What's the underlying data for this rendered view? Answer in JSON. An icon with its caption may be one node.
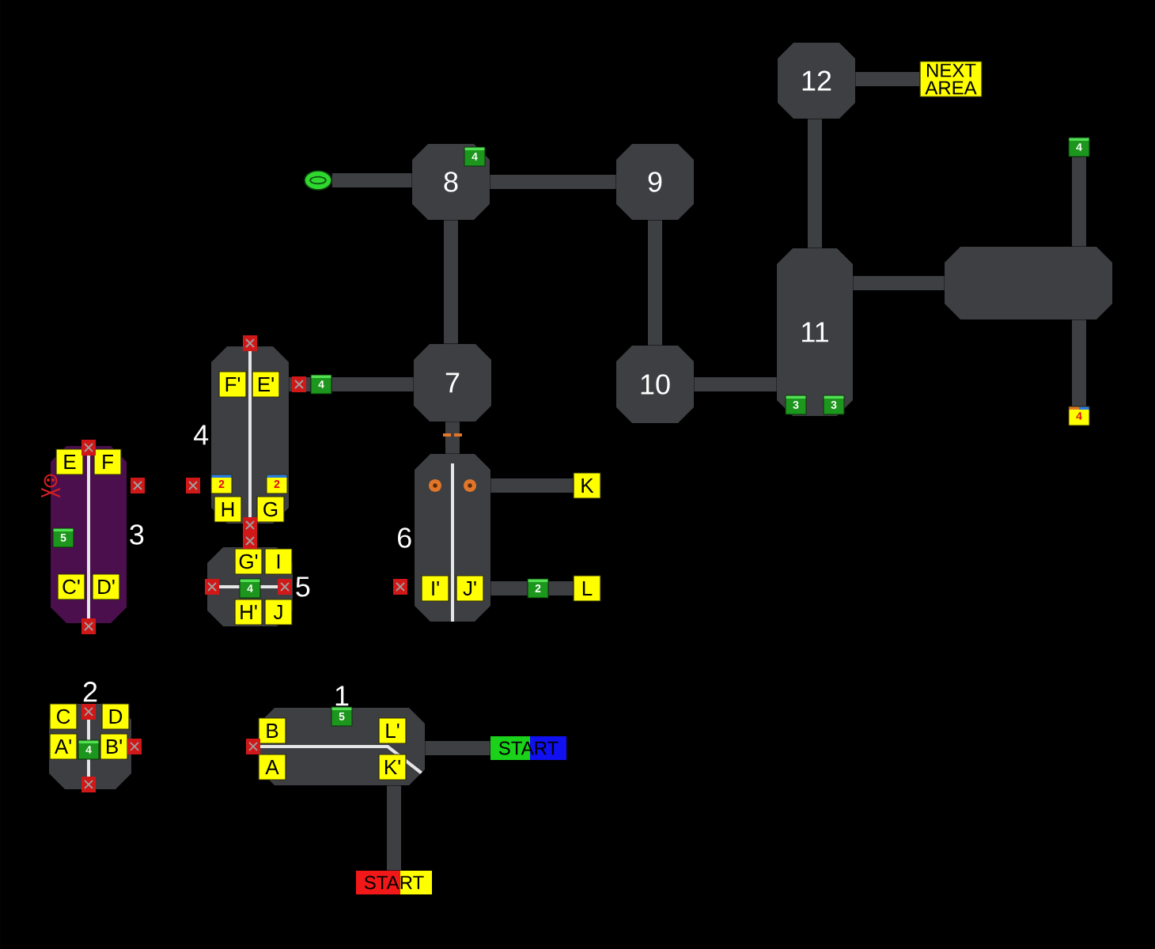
{
  "diagram": {
    "nodes": [
      {
        "text": [
          "12"
        ]
      },
      {
        "text": [
          "NEXT AREA"
        ]
      },
      {
        "text": [
          "4"
        ]
      },
      {
        "text": [
          "8"
        ]
      },
      {
        "text": [
          "4"
        ],
        "in": 3
      },
      {
        "text": [],
        "shape": "circle"
      },
      {
        "text": [
          "9"
        ]
      },
      {
        "text": [
          "11"
        ]
      },
      {
        "text": [],
        "shape": "box"
      },
      {
        "text": [
          "4"
        ]
      },
      {
        "text": [
          "F'"
        ],
        "in": 9
      },
      {
        "text": [
          "E'"
        ],
        "in": 9
      },
      {
        "text": [
          "4"
        ]
      },
      {
        "text": [
          "7"
        ]
      },
      {
        "text": [
          "10"
        ]
      },
      {
        "text": [
          "3"
        ],
        "in": 7
      },
      {
        "text": [
          "3"
        ],
        "in": 7
      },
      {
        "text": [
          "4"
        ]
      },
      {
        "text": [
          "3"
        ]
      },
      {
        "text": [
          "E"
        ],
        "in": 18
      },
      {
        "text": [
          "F"
        ],
        "in": 18
      },
      {
        "text": [
          "5"
        ],
        "in": 18
      },
      {
        "text": [
          "C'"
        ],
        "in": 18
      },
      {
        "text": [
          "D'"
        ],
        "in": 18
      },
      {
        "text": [
          "2"
        ],
        "in": 9
      },
      {
        "text": [
          "2"
        ],
        "in": 9
      },
      {
        "text": [
          "H"
        ],
        "in": 9
      },
      {
        "text": [
          "G"
        ],
        "in": 9
      },
      {
        "text": [
          "6"
        ]
      },
      {
        "text": [
          "K"
        ]
      },
      {
        "text": [
          "5"
        ]
      },
      {
        "text": [
          "G'"
        ],
        "in": 30
      },
      {
        "text": [
          "I"
        ],
        "in": 30
      },
      {
        "text": [
          "4"
        ],
        "in": 30
      },
      {
        "text": [
          "H'"
        ],
        "in": 30
      },
      {
        "text": [
          "J"
        ],
        "in": 30
      },
      {
        "text": [
          "I'"
        ],
        "in": 28
      },
      {
        "text": [
          "J'"
        ],
        "in": 28
      },
      {
        "text": [
          "2"
        ]
      },
      {
        "text": [
          "L"
        ]
      },
      {
        "text": [
          "2"
        ]
      },
      {
        "text": [
          "C"
        ],
        "in": 40
      },
      {
        "text": [
          "D"
        ],
        "in": 40
      },
      {
        "text": [
          "A'"
        ],
        "in": 40
      },
      {
        "text": [
          "4"
        ],
        "in": 40
      },
      {
        "text": [
          "B'"
        ],
        "in": 40
      },
      {
        "text": [
          "1"
        ]
      },
      {
        "text": [
          "B"
        ],
        "in": 46
      },
      {
        "text": [
          "5"
        ],
        "in": 46
      },
      {
        "text": [
          "L'"
        ],
        "in": 46
      },
      {
        "text": [
          "A"
        ],
        "in": 46
      },
      {
        "text": [
          "K'"
        ],
        "in": 46
      },
      {
        "text": [
          "START"
        ]
      },
      {
        "text": [
          "START"
        ]
      }
    ],
    "edges": [
      {
        "from": 0,
        "to": 1,
        "arrow": "none"
      },
      {
        "from": 0,
        "to": 7,
        "arrow": "none"
      },
      {
        "from": 5,
        "to": 3,
        "arrow": "none"
      },
      {
        "from": 3,
        "to": 6,
        "arrow": "none"
      },
      {
        "from": 3,
        "to": 13,
        "arrow": "none"
      },
      {
        "from": 6,
        "to": 14,
        "arrow": "none"
      },
      {
        "from": 14,
        "to": 7,
        "arrow": "none"
      },
      {
        "from": 7,
        "to": 8,
        "arrow": "none"
      },
      {
        "from": 8,
        "to": 2,
        "arrow": "none"
      },
      {
        "from": 8,
        "to": 17,
        "arrow": "none"
      },
      {
        "from": 9,
        "to": 12,
        "arrow": "none"
      },
      {
        "from": 12,
        "to": 13,
        "arrow": "none"
      },
      {
        "from": 13,
        "to": 28,
        "arrow": "none"
      },
      {
        "from": 28,
        "to": 29,
        "arrow": "none"
      },
      {
        "from": 28,
        "to": 38,
        "arrow": "none"
      },
      {
        "from": 38,
        "to": 39,
        "arrow": "none"
      },
      {
        "from": 46,
        "to": 52,
        "arrow": "none"
      },
      {
        "from": 46,
        "to": 53,
        "arrow": "none"
      }
    ]
  }
}
